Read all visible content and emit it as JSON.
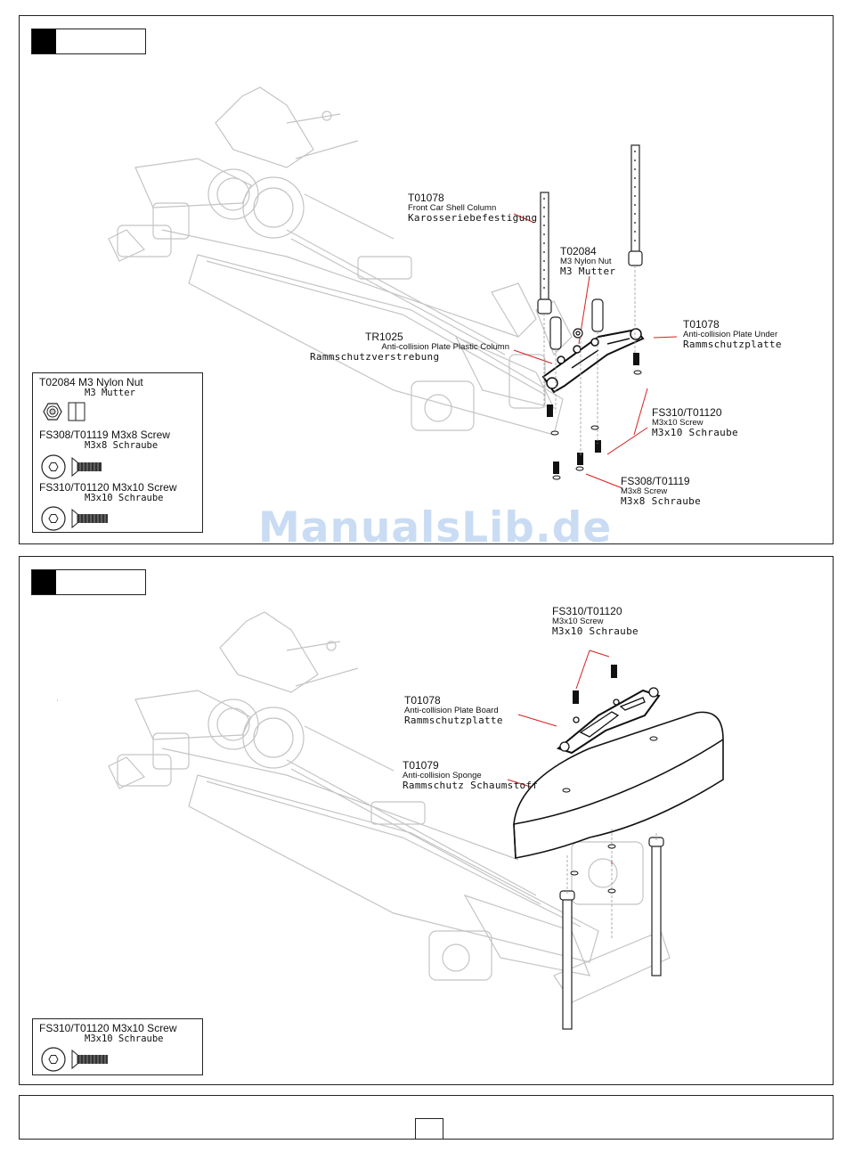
{
  "step1": {
    "labels": {
      "t01078_column": {
        "part": "T01078",
        "en": "Front Car Shell Column",
        "de": "Karosseriebefestigung"
      },
      "t02084": {
        "part": "T02084",
        "en": "M3 Nylon Nut",
        "de": "M3 Mutter"
      },
      "tr1025": {
        "part": "TR1025",
        "en": "Anti-collision Plate Plastic Column",
        "de": "Rammschutzverstrebung"
      },
      "t01078_plate": {
        "part": "T01078",
        "en": "Anti-collision Plate Under",
        "de": "Rammschutzplatte"
      },
      "fs310": {
        "part": "FS310/T01120",
        "en": "M3x10 Screw",
        "de": "M3x10 Schraube"
      },
      "fs308": {
        "part": "FS308/T01119",
        "en": "M3x8 Screw",
        "de": "M3x8 Schraube"
      }
    },
    "parts_box": {
      "nut_title": "T02084 M3 Nylon Nut",
      "nut_de": "M3 Mutter",
      "screw8_title": "FS308/T01119 M3x8 Screw",
      "screw8_de": "M3x8 Schraube",
      "screw10_title": "FS310/T01120 M3x10 Screw",
      "screw10_de": "M3x10 Schraube"
    }
  },
  "step2": {
    "labels": {
      "fs310": {
        "part": "FS310/T01120",
        "en": "M3x10 Screw",
        "de": "M3x10 Schraube"
      },
      "t01078": {
        "part": "T01078",
        "en": "Anti-collision Plate Board",
        "de": "Rammschutzplatte"
      },
      "t01079": {
        "part": "T01079",
        "en": "Anti-collision Sponge",
        "de": "Rammschutz Schaumstoff"
      }
    },
    "parts_box": {
      "screw10_title": "FS310/T01120 M3x10 Screw",
      "screw10_de": "M3x10 Schraube"
    }
  },
  "watermark": "ManualsLib.de"
}
